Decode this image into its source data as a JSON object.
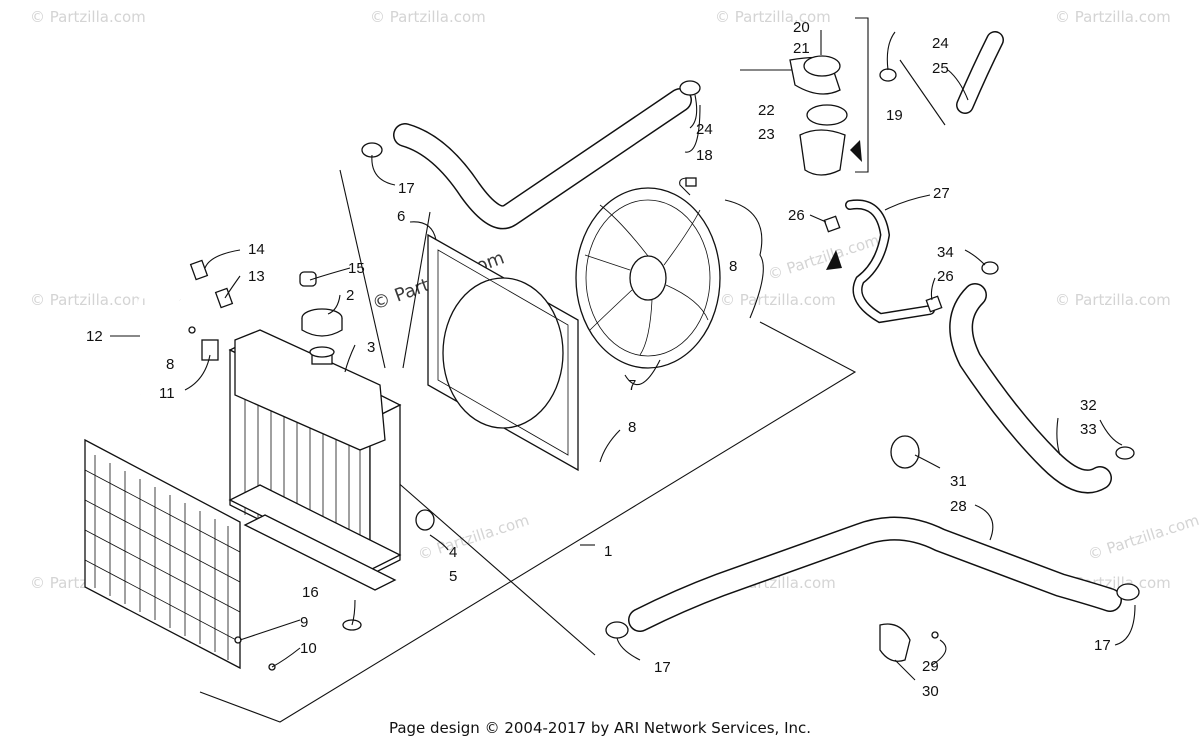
{
  "footer": {
    "text": "Page design © 2004-2017 by ARI Network Services, Inc."
  },
  "watermarks": {
    "small": "© Partzilla.com",
    "center": "© Partzilla.com"
  },
  "callouts": {
    "c1": "1",
    "c2": "2",
    "c3": "3",
    "c4": "4",
    "c5": "5",
    "c6": "6",
    "c7": "7",
    "c8a": "8",
    "c8b": "8",
    "c8c": "8",
    "c9": "9",
    "c10": "10",
    "c11": "11",
    "c12": "12",
    "c13": "13",
    "c14": "14",
    "c15": "15",
    "c16": "16",
    "c17a": "17",
    "c17b": "17",
    "c17c": "17",
    "c18": "18",
    "c19": "19",
    "c20": "20",
    "c21": "21",
    "c22": "22",
    "c23": "23",
    "c24a": "24",
    "c24b": "24",
    "c25": "25",
    "c26a": "26",
    "c26b": "26",
    "c27": "27",
    "c28": "28",
    "c29": "29",
    "c30": "30",
    "c31": "31",
    "c32": "32",
    "c33": "33",
    "c34": "34"
  }
}
